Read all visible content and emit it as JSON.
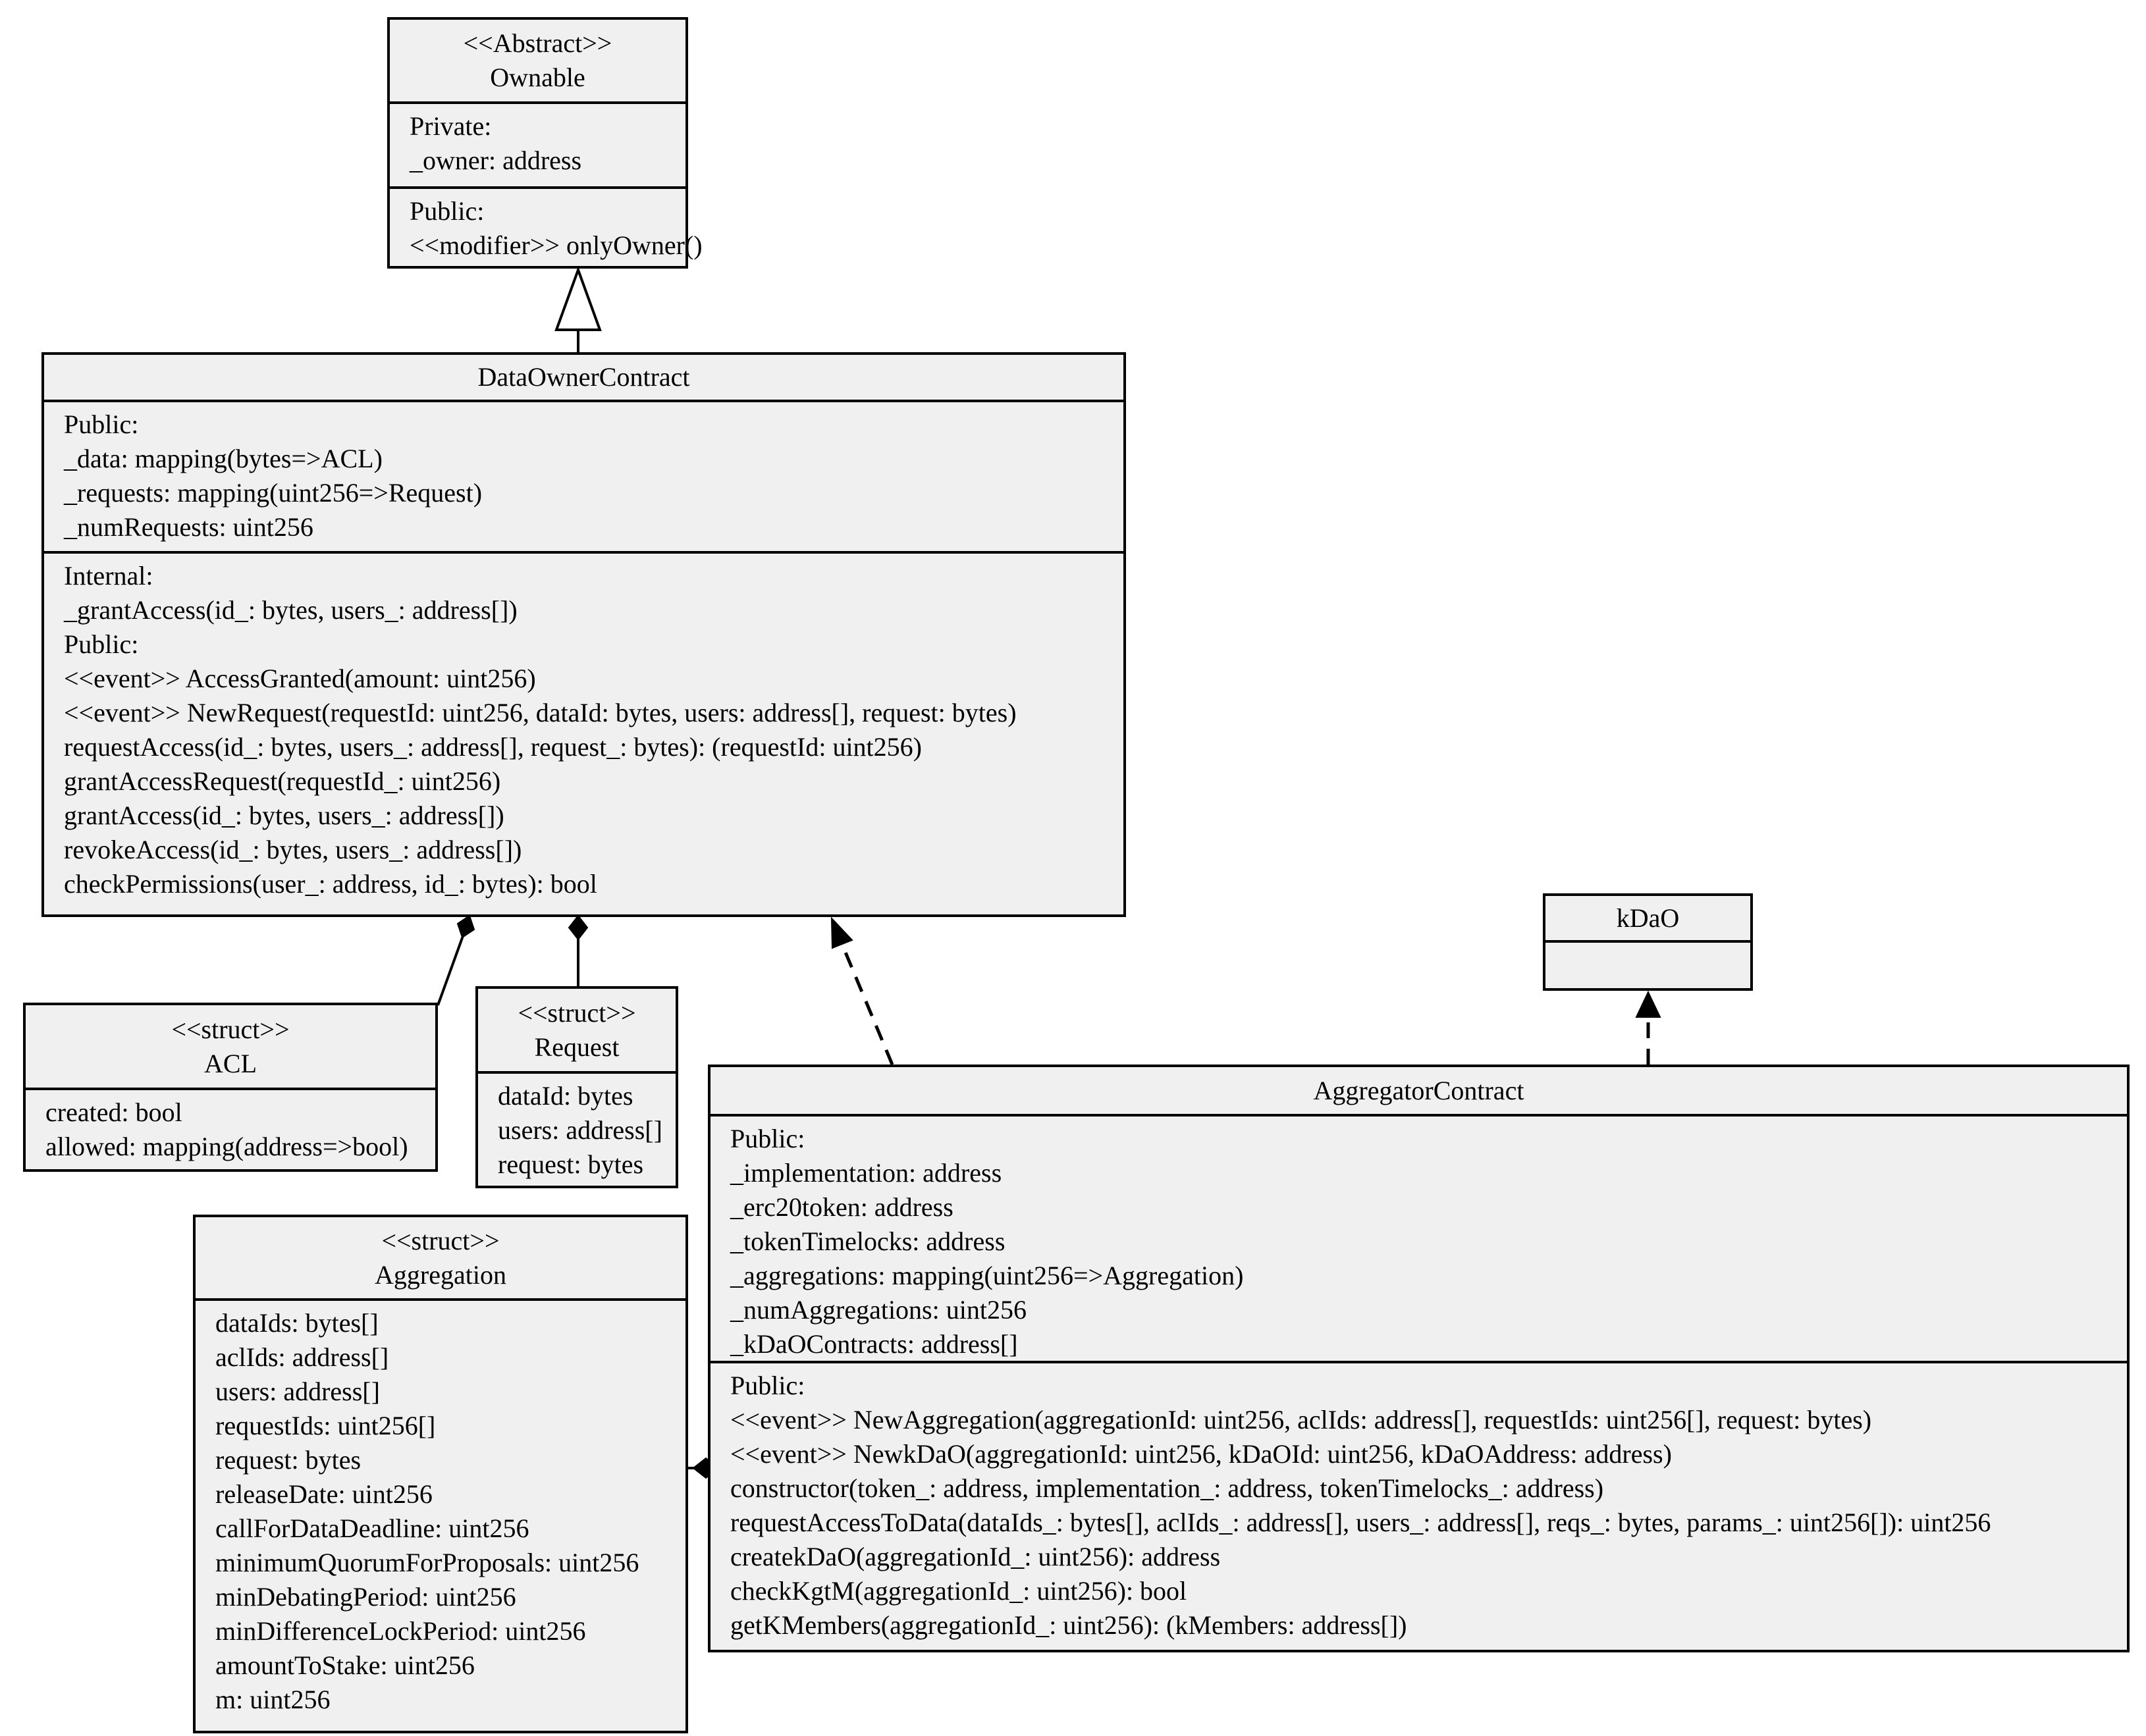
{
  "diagram": {
    "classes": {
      "ownable": {
        "stereotype": "<<Abstract>>",
        "name": "Ownable",
        "attributes": [
          "Private:",
          "_owner: address"
        ],
        "methods": [
          "Public:",
          "<<modifier>> onlyOwner()"
        ]
      },
      "dataOwnerContract": {
        "name": "DataOwnerContract",
        "attributes": [
          "Public:",
          "_data: mapping(bytes=>ACL)",
          "_requests: mapping(uint256=>Request)",
          "_numRequests: uint256"
        ],
        "methods": [
          "Internal:",
          "_grantAccess(id_: bytes, users_: address[])",
          "Public:",
          "<<event>> AccessGranted(amount: uint256)",
          "<<event>> NewRequest(requestId: uint256, dataId: bytes, users: address[], request: bytes)",
          "requestAccess(id_: bytes, users_: address[], request_: bytes): (requestId: uint256)",
          "grantAccessRequest(requestId_: uint256)",
          "grantAccess(id_: bytes, users_: address[])",
          "revokeAccess(id_: bytes, users_: address[])",
          "checkPermissions(user_: address, id_: bytes): bool"
        ]
      },
      "acl": {
        "stereotype": "<<struct>>",
        "name": "ACL",
        "attributes": [
          "created: bool",
          "allowed: mapping(address=>bool)"
        ]
      },
      "request": {
        "stereotype": "<<struct>>",
        "name": "Request",
        "attributes": [
          "dataId: bytes",
          "users: address[]",
          "request: bytes"
        ]
      },
      "aggregation": {
        "stereotype": "<<struct>>",
        "name": "Aggregation",
        "attributes": [
          "dataIds: bytes[]",
          "aclIds: address[]",
          "users: address[]",
          "requestIds: uint256[]",
          "request: bytes",
          "releaseDate: uint256",
          "callForDataDeadline: uint256",
          "minimumQuorumForProposals: uint256",
          "minDebatingPeriod: uint256",
          "minDifferenceLockPeriod: uint256",
          "amountToStake: uint256",
          "m: uint256"
        ]
      },
      "kdao": {
        "name": "kDaO"
      },
      "aggregatorContract": {
        "name": "AggregatorContract",
        "attributes": [
          "Public:",
          "_implementation: address",
          "_erc20token: address",
          "_tokenTimelocks: address",
          "_aggregations: mapping(uint256=>Aggregation)",
          "_numAggregations: uint256",
          "_kDaOContracts: address[]"
        ],
        "methods": [
          "Public:",
          "<<event>> NewAggregation(aggregationId: uint256, aclIds: address[], requestIds: uint256[], request: bytes)",
          "<<event>> NewkDaO(aggregationId: uint256, kDaOId: uint256, kDaOAddress: address)",
          "constructor(token_: address, implementation_: address, tokenTimelocks_: address)",
          "requestAccessToData(dataIds_: bytes[], aclIds_: address[], users_: address[], reqs_: bytes, params_: uint256[]): uint256",
          "createkDaO(aggregationId_: uint256): address",
          "checkKgtM(aggregationId_: uint256): bool",
          "getKMembers(aggregationId_: uint256): (kMembers: address[])"
        ]
      }
    },
    "relationships": [
      {
        "type": "generalization",
        "from": "DataOwnerContract",
        "to": "Ownable",
        "line": "solid",
        "marker": "hollow-triangle"
      },
      {
        "type": "composition",
        "from": "DataOwnerContract",
        "to": "ACL",
        "line": "solid",
        "marker": "filled-diamond"
      },
      {
        "type": "composition",
        "from": "DataOwnerContract",
        "to": "Request",
        "line": "solid",
        "marker": "filled-diamond"
      },
      {
        "type": "composition",
        "from": "AggregatorContract",
        "to": "Aggregation",
        "line": "solid",
        "marker": "filled-diamond"
      },
      {
        "type": "dependency",
        "from": "AggregatorContract",
        "to": "DataOwnerContract",
        "line": "dashed",
        "marker": "filled-arrow"
      },
      {
        "type": "dependency",
        "from": "AggregatorContract",
        "to": "kDaO",
        "line": "dashed",
        "marker": "filled-arrow"
      }
    ],
    "colors": {
      "box_fill": "#f0f0f0",
      "border": "#000000",
      "background": "#ffffff"
    }
  }
}
